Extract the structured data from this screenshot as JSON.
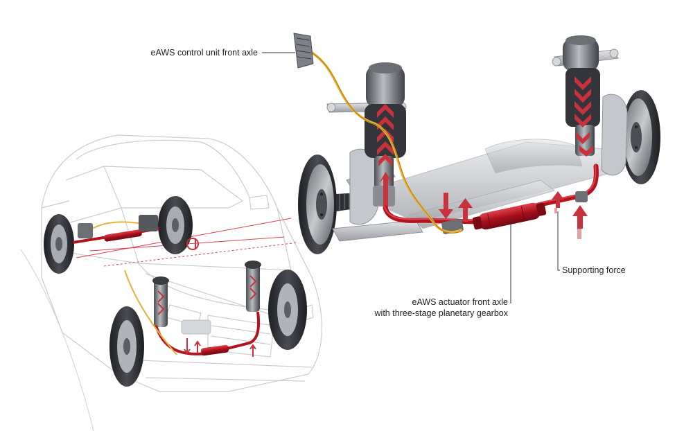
{
  "labels": {
    "control_unit": "eAWS control unit front axle",
    "actuator_line1": "eAWS actuator front axle",
    "actuator_line2": "with three-stage planetary gearbox",
    "supporting_force": "Supporting force"
  },
  "colors": {
    "background": "#ffffff",
    "outline": "#c9ccd0",
    "metal_dark": "#3a3c40",
    "metal_mid": "#8a8d92",
    "metal_light": "#d8dadd",
    "actuator_red": "#b3121f",
    "arrow_red": "#c8323c",
    "wire_yellow": "#e8b23a",
    "label_text": "#222222",
    "leader_line": "#333333"
  }
}
